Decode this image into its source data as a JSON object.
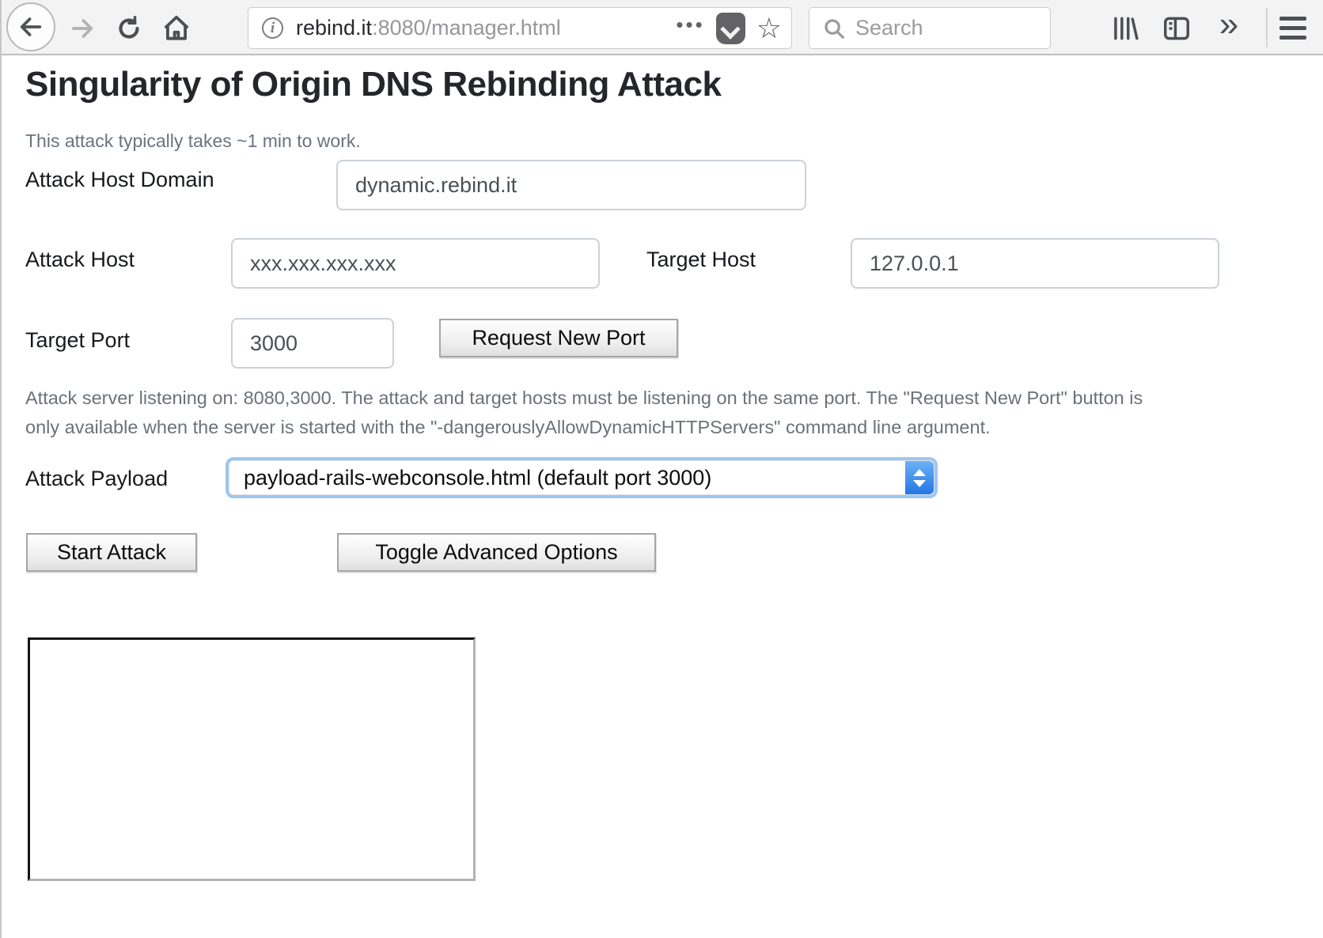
{
  "browser": {
    "url": {
      "host": "rebind.it",
      "path": ":8080/manager.html"
    },
    "search": {
      "placeholder": "Search"
    },
    "icons": {
      "page_actions_glyph": "•••",
      "overflow_glyph": "»",
      "bookmark_star_glyph": "☆",
      "info_glyph": "i"
    }
  },
  "page": {
    "title": "Singularity of Origin DNS Rebinding Attack",
    "subtitle": "This attack typically takes ~1 min to work.",
    "fields": {
      "attack_host_domain": {
        "label": "Attack Host Domain",
        "value": "dynamic.rebind.it"
      },
      "attack_host": {
        "label": "Attack Host",
        "value": "xxx.xxx.xxx.xxx"
      },
      "target_host": {
        "label": "Target Host",
        "value": "127.0.0.1"
      },
      "target_port": {
        "label": "Target Port",
        "value": "3000"
      },
      "attack_payload": {
        "label": "Attack Payload",
        "selected_option": "payload-rails-webconsole.html (default port 3000)"
      }
    },
    "buttons": {
      "request_new_port": "Request New Port",
      "start_attack": "Start Attack",
      "toggle_advanced": "Toggle Advanced Options"
    },
    "note": "Attack server listening on: 8080,3000. The attack and target hosts must be listening on the same port. The \"Request New Port\" button is only available when the server is started with the \"-dangerouslyAllowDynamicHTTPServers\" command line argument.",
    "colors": {
      "focus_ring": "#9ec6f2",
      "select_cap_top": "#6cb1f7",
      "select_cap_bottom": "#2276e4",
      "muted_text": "#6b7177",
      "input_text": "#495057"
    }
  }
}
